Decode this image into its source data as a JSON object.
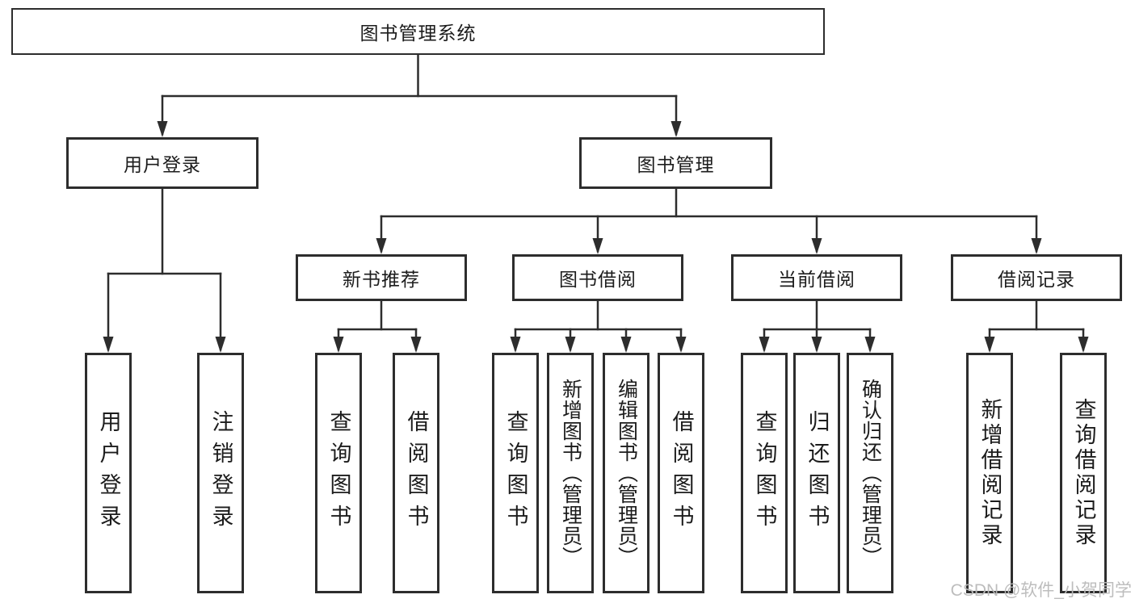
{
  "diagram": {
    "root": {
      "label": "图书管理系统"
    },
    "level2": [
      {
        "id": "user-login",
        "label": "用户登录"
      },
      {
        "id": "book-management",
        "label": "图书管理"
      }
    ],
    "level3": [
      {
        "id": "new-book-recommend",
        "label": "新书推荐"
      },
      {
        "id": "book-borrow",
        "label": "图书借阅"
      },
      {
        "id": "current-borrow",
        "label": "当前借阅"
      },
      {
        "id": "borrow-records",
        "label": "借阅记录"
      }
    ],
    "leaves": [
      {
        "parent": "user-login",
        "label": "用户登录"
      },
      {
        "parent": "user-login",
        "label": "注销登录"
      },
      {
        "parent": "new-book-recommend",
        "label": "查询图书"
      },
      {
        "parent": "new-book-recommend",
        "label": "借阅图书"
      },
      {
        "parent": "book-borrow",
        "label": "查询图书"
      },
      {
        "parent": "book-borrow",
        "label": "新增图书（管理员）"
      },
      {
        "parent": "book-borrow",
        "label": "编辑图书（管理员）"
      },
      {
        "parent": "book-borrow",
        "label": "借阅图书"
      },
      {
        "parent": "current-borrow",
        "label": "查询图书"
      },
      {
        "parent": "current-borrow",
        "label": "归还图书"
      },
      {
        "parent": "current-borrow",
        "label": "确认归还（管理员）"
      },
      {
        "parent": "borrow-records",
        "label": "新增借阅记录"
      },
      {
        "parent": "borrow-records",
        "label": "查询借阅记录"
      }
    ]
  },
  "watermark": "CSDN @软件_小贺同学",
  "colors": {
    "line": "#2d2d2d",
    "box_border": "#2d2d2d",
    "text": "#1c1c1c",
    "watermark": "#b9b9b9",
    "background": "#ffffff"
  }
}
